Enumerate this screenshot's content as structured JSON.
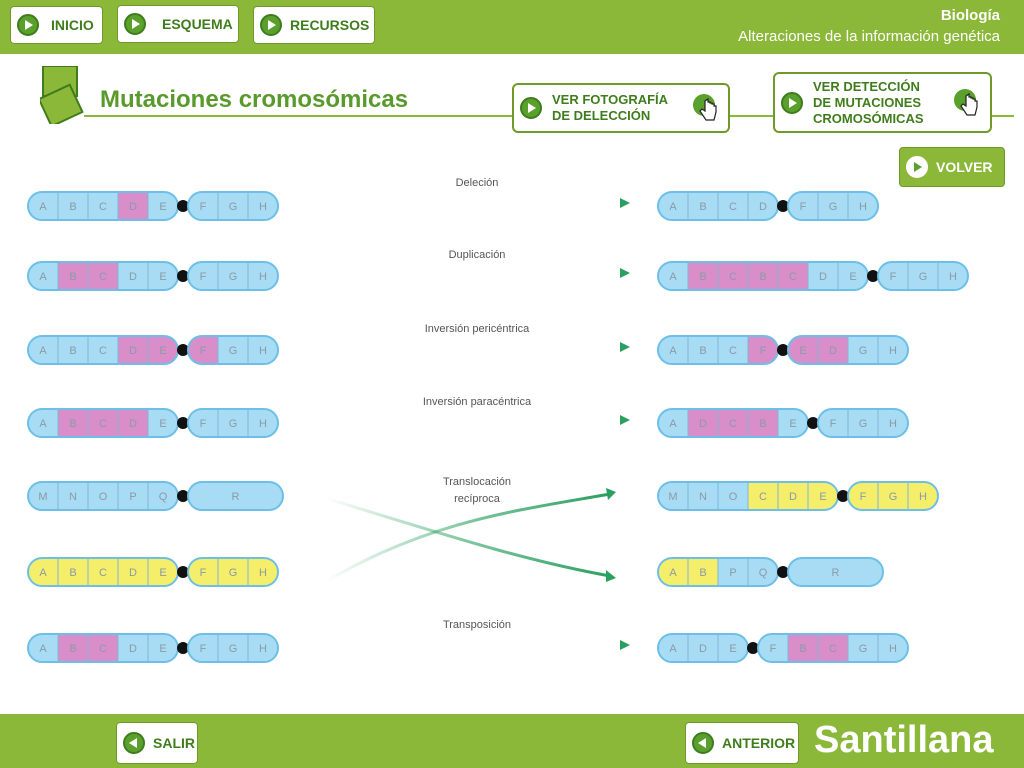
{
  "header": {
    "nav": [
      {
        "label": "INICIO"
      },
      {
        "label": "ESQUEMA"
      },
      {
        "label": "RECURSOS"
      }
    ],
    "subject": "Biología",
    "unit": "Alteraciones de la información genética"
  },
  "main": {
    "title": "Mutaciones cromosómicas",
    "links": [
      {
        "label": "VER FOTOGRAFÍA\nDE DELECCIÓN"
      },
      {
        "label": "VER DETECCIÓN\nDE MUTACIONES\nCROMOSÓMICAS"
      }
    ],
    "back_label": "VOLVER"
  },
  "colors": {
    "bar": "#8cb83a",
    "dark_green": "#3f7d1c",
    "blue": "#a8dcf4",
    "pink": "#d98ec9",
    "yellow": "#f5ee6a",
    "arrow": "#2aa060"
  },
  "diagram": {
    "rows": [
      {
        "label": "Deleción",
        "left": {
          "arm1": [
            "A",
            "B",
            "C",
            "D",
            "E"
          ],
          "arm2": [
            "F",
            "G",
            "H"
          ],
          "pink": [
            3
          ],
          "yellow": []
        },
        "right": {
          "arm1": [
            "A",
            "B",
            "C",
            "D"
          ],
          "arm2": [
            "F",
            "G",
            "H"
          ],
          "pink": [],
          "yellow": []
        }
      },
      {
        "label": "Duplicación",
        "left": {
          "arm1": [
            "A",
            "B",
            "C",
            "D",
            "E"
          ],
          "arm2": [
            "F",
            "G",
            "H"
          ],
          "pink": [
            1,
            2
          ],
          "yellow": []
        },
        "right": {
          "arm1": [
            "A",
            "B",
            "C",
            "B",
            "C",
            "D",
            "E"
          ],
          "arm2": [
            "F",
            "G",
            "H"
          ],
          "pink": [
            1,
            2,
            3,
            4
          ],
          "yellow": []
        }
      },
      {
        "label": "Inversión pericéntrica",
        "left": {
          "arm1": [
            "A",
            "B",
            "C",
            "D",
            "E"
          ],
          "arm2": [
            "F",
            "G",
            "H"
          ],
          "pink": [
            3,
            4,
            5
          ],
          "yellow": []
        },
        "right": {
          "arm1": [
            "A",
            "B",
            "C",
            "F"
          ],
          "arm2": [
            "E",
            "D",
            "G",
            "H"
          ],
          "pink": [
            3,
            4,
            5
          ],
          "yellow": []
        }
      },
      {
        "label": "Inversión paracéntrica",
        "left": {
          "arm1": [
            "A",
            "B",
            "C",
            "D",
            "E"
          ],
          "arm2": [
            "F",
            "G",
            "H"
          ],
          "pink": [
            1,
            2,
            3
          ],
          "yellow": []
        },
        "right": {
          "arm1": [
            "A",
            "D",
            "C",
            "B",
            "E"
          ],
          "arm2": [
            "F",
            "G",
            "H"
          ],
          "pink": [
            1,
            2,
            3
          ],
          "yellow": []
        }
      },
      {
        "label": "Translocación\nrecíproca",
        "left": {
          "arm1": [
            "M",
            "N",
            "O",
            "P",
            "Q"
          ],
          "arm2": [
            "R"
          ],
          "pink": [],
          "yellow": []
        },
        "right": {
          "arm1": [
            "M",
            "N",
            "O",
            "C",
            "D",
            "E"
          ],
          "arm2": [
            "F",
            "G",
            "H"
          ],
          "pink": [],
          "yellow": [
            3,
            4,
            5,
            6,
            7,
            8
          ]
        }
      },
      {
        "label": "",
        "left": {
          "arm1": [
            "A",
            "B",
            "C",
            "D",
            "E"
          ],
          "arm2": [
            "F",
            "G",
            "H"
          ],
          "pink": [],
          "yellow": [
            0,
            1,
            2,
            3,
            4,
            5,
            6,
            7
          ]
        },
        "right": {
          "arm1": [
            "A",
            "B",
            "P",
            "Q"
          ],
          "arm2": [
            "R"
          ],
          "pink": [],
          "yellow": [
            0,
            1
          ]
        }
      },
      {
        "label": "Transposición",
        "left": {
          "arm1": [
            "A",
            "B",
            "C",
            "D",
            "E"
          ],
          "arm2": [
            "F",
            "G",
            "H"
          ],
          "pink": [
            1,
            2
          ],
          "yellow": []
        },
        "right": {
          "arm1": [
            "A",
            "D",
            "E"
          ],
          "arm2": [
            "F",
            "B",
            "C",
            "G",
            "H"
          ],
          "pink": [
            4,
            5
          ],
          "yellow": []
        }
      }
    ]
  },
  "footer": {
    "exit_label": "SALIR",
    "prev_label": "ANTERIOR",
    "brand": "Santillana"
  }
}
